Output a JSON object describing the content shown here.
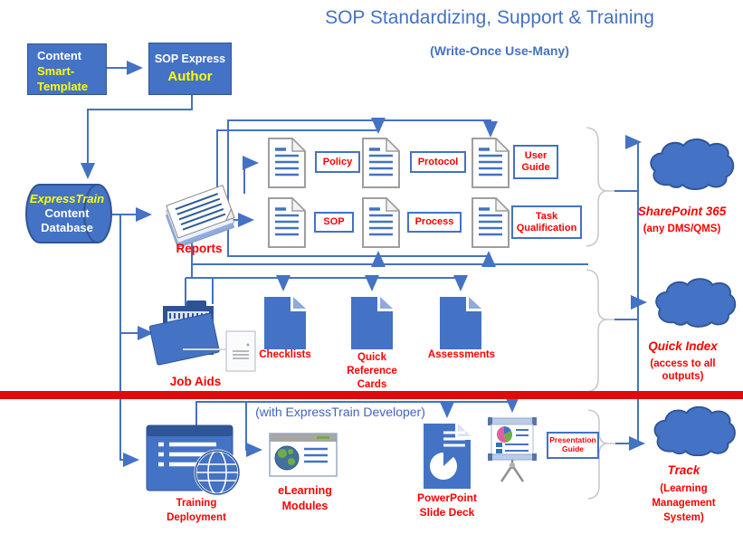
{
  "title": "SOP Standardizing, Support & Training",
  "subtitle": "(Write-Once Use-Many)",
  "colors": {
    "accent_blue": "#4472C4",
    "label_red": "#FF0000",
    "highlight_yellow": "#FFFF00",
    "divider_red": "#DE0B0B",
    "brace_gray": "#C9C9C9"
  },
  "author_flow": {
    "content_template": {
      "line1": "Content",
      "line2": "Smart-",
      "line3": "Template"
    },
    "sop_express": {
      "line1": "SOP Express",
      "line2": "Author"
    },
    "database": {
      "line1": "ExpressTrain",
      "line2": "Content",
      "line3": "Database"
    },
    "reports": "Reports"
  },
  "documents": {
    "row1": [
      "Policy",
      "Protocol",
      "User Guide"
    ],
    "row2": [
      "SOP",
      "Process",
      "Task Qualification"
    ]
  },
  "job_aids": {
    "label": "Job Aids",
    "outputs": [
      "Checklists",
      "Quick Reference Cards",
      "Assessments"
    ]
  },
  "training": {
    "note": "(with ExpressTrain Developer)",
    "deployment": "Training Deployment",
    "elearning": "eLearning Modules",
    "powerpoint": "PowerPoint Slide Deck",
    "presentation_guide": "Presentation Guide"
  },
  "destinations": [
    {
      "name": "SharePoint 365",
      "detail": "(any DMS/QMS)"
    },
    {
      "name": "Quick Index",
      "detail": "(access to all outputs)"
    },
    {
      "name": "Track",
      "detail": "(Learning Management System)"
    }
  ]
}
